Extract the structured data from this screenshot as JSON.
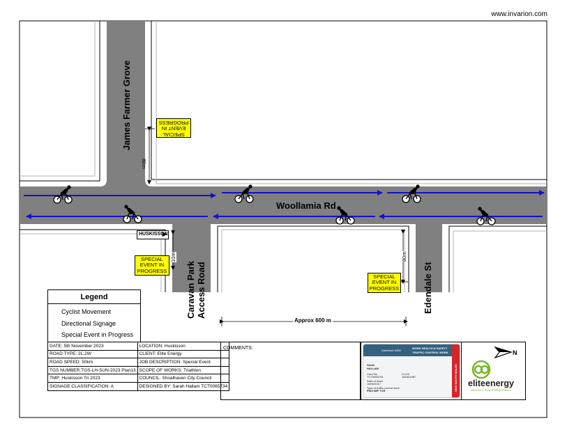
{
  "website": "www.invarion.com",
  "roads": {
    "main": "Woollamia Rd",
    "james_farmer": "James Farmer Grove",
    "caravan_park_line1": "Caravan Park",
    "caravan_park_line2": "Access Road",
    "edendale": "Edendale St"
  },
  "signs": {
    "special_event_1": [
      "SPECIAL",
      "EVENT IN",
      "PROGRESS"
    ],
    "special_event_2": [
      "SPECIAL",
      "EVENT IN",
      "PROGRESS"
    ],
    "special_event_3": [
      "SPECIAL",
      "EVENT IN",
      "PROGRESS"
    ],
    "directional": "HUSKISSON"
  },
  "dimensions": {
    "d1": "80m",
    "d2": "10m",
    "d3": "80m",
    "approx": "Approx 600 m"
  },
  "legend": {
    "title": "Legend",
    "items": [
      {
        "label": "Cyclist Movement",
        "icon": "blue-arrow-icon"
      },
      {
        "label": "Directional Signage",
        "icon": "directional-sign-icon"
      },
      {
        "label": "Special Event in Progress",
        "icon": "yellow-sign-icon"
      }
    ]
  },
  "info": {
    "rows": [
      [
        "DATE: 5th November 2023",
        "LOCATION: Huskisson"
      ],
      [
        "ROAD TYPE: 2L,2W",
        "CLIENT: Elite Energy"
      ],
      [
        "ROAD SPEED: 50km",
        "JOB DESCRIPTION: Special Event"
      ],
      [
        "TGS NUMBER:TGS-LH-SUN-2023 Plan13",
        "SCOPE OF WORKS: Triathlon"
      ],
      [
        "TMP: Huskisson Tri 2023",
        "COUNCIL: Shoalhaven City Council"
      ],
      [
        "SIGNAGE CLASSIFICATION: A",
        "DESIGNED BY: Sarah Hallam TCT0065734"
      ]
    ],
    "comments_label": "COMMENTS:"
  },
  "card": {
    "org": "SafeWork NSW",
    "title_line1": "WORK HEALTH & SAFETY",
    "title_line2": "TRAFFIC CONTROL WORK",
    "name_line1": "Sarah",
    "name_line2": "HALLAM",
    "card_no_label": "Card No",
    "card_no": "TCT0065734",
    "dob_label": "D.O.B",
    "dob": "18/06/1987",
    "issue_label": "Date of issue",
    "issue": "18/06/2017",
    "type_label": "Type of traffic control work",
    "type": "PWZ IMP TCR",
    "state": "NEW SOUTH WALES"
  },
  "logo": {
    "name": "eliteenergy",
    "tagline": "MAKING EVENTS MEMORABLE"
  },
  "north_label": "N",
  "colors": {
    "road": "#808080",
    "arrow": "#1010d0",
    "sign": "#ffff00",
    "logo_green": "#7ab626"
  }
}
